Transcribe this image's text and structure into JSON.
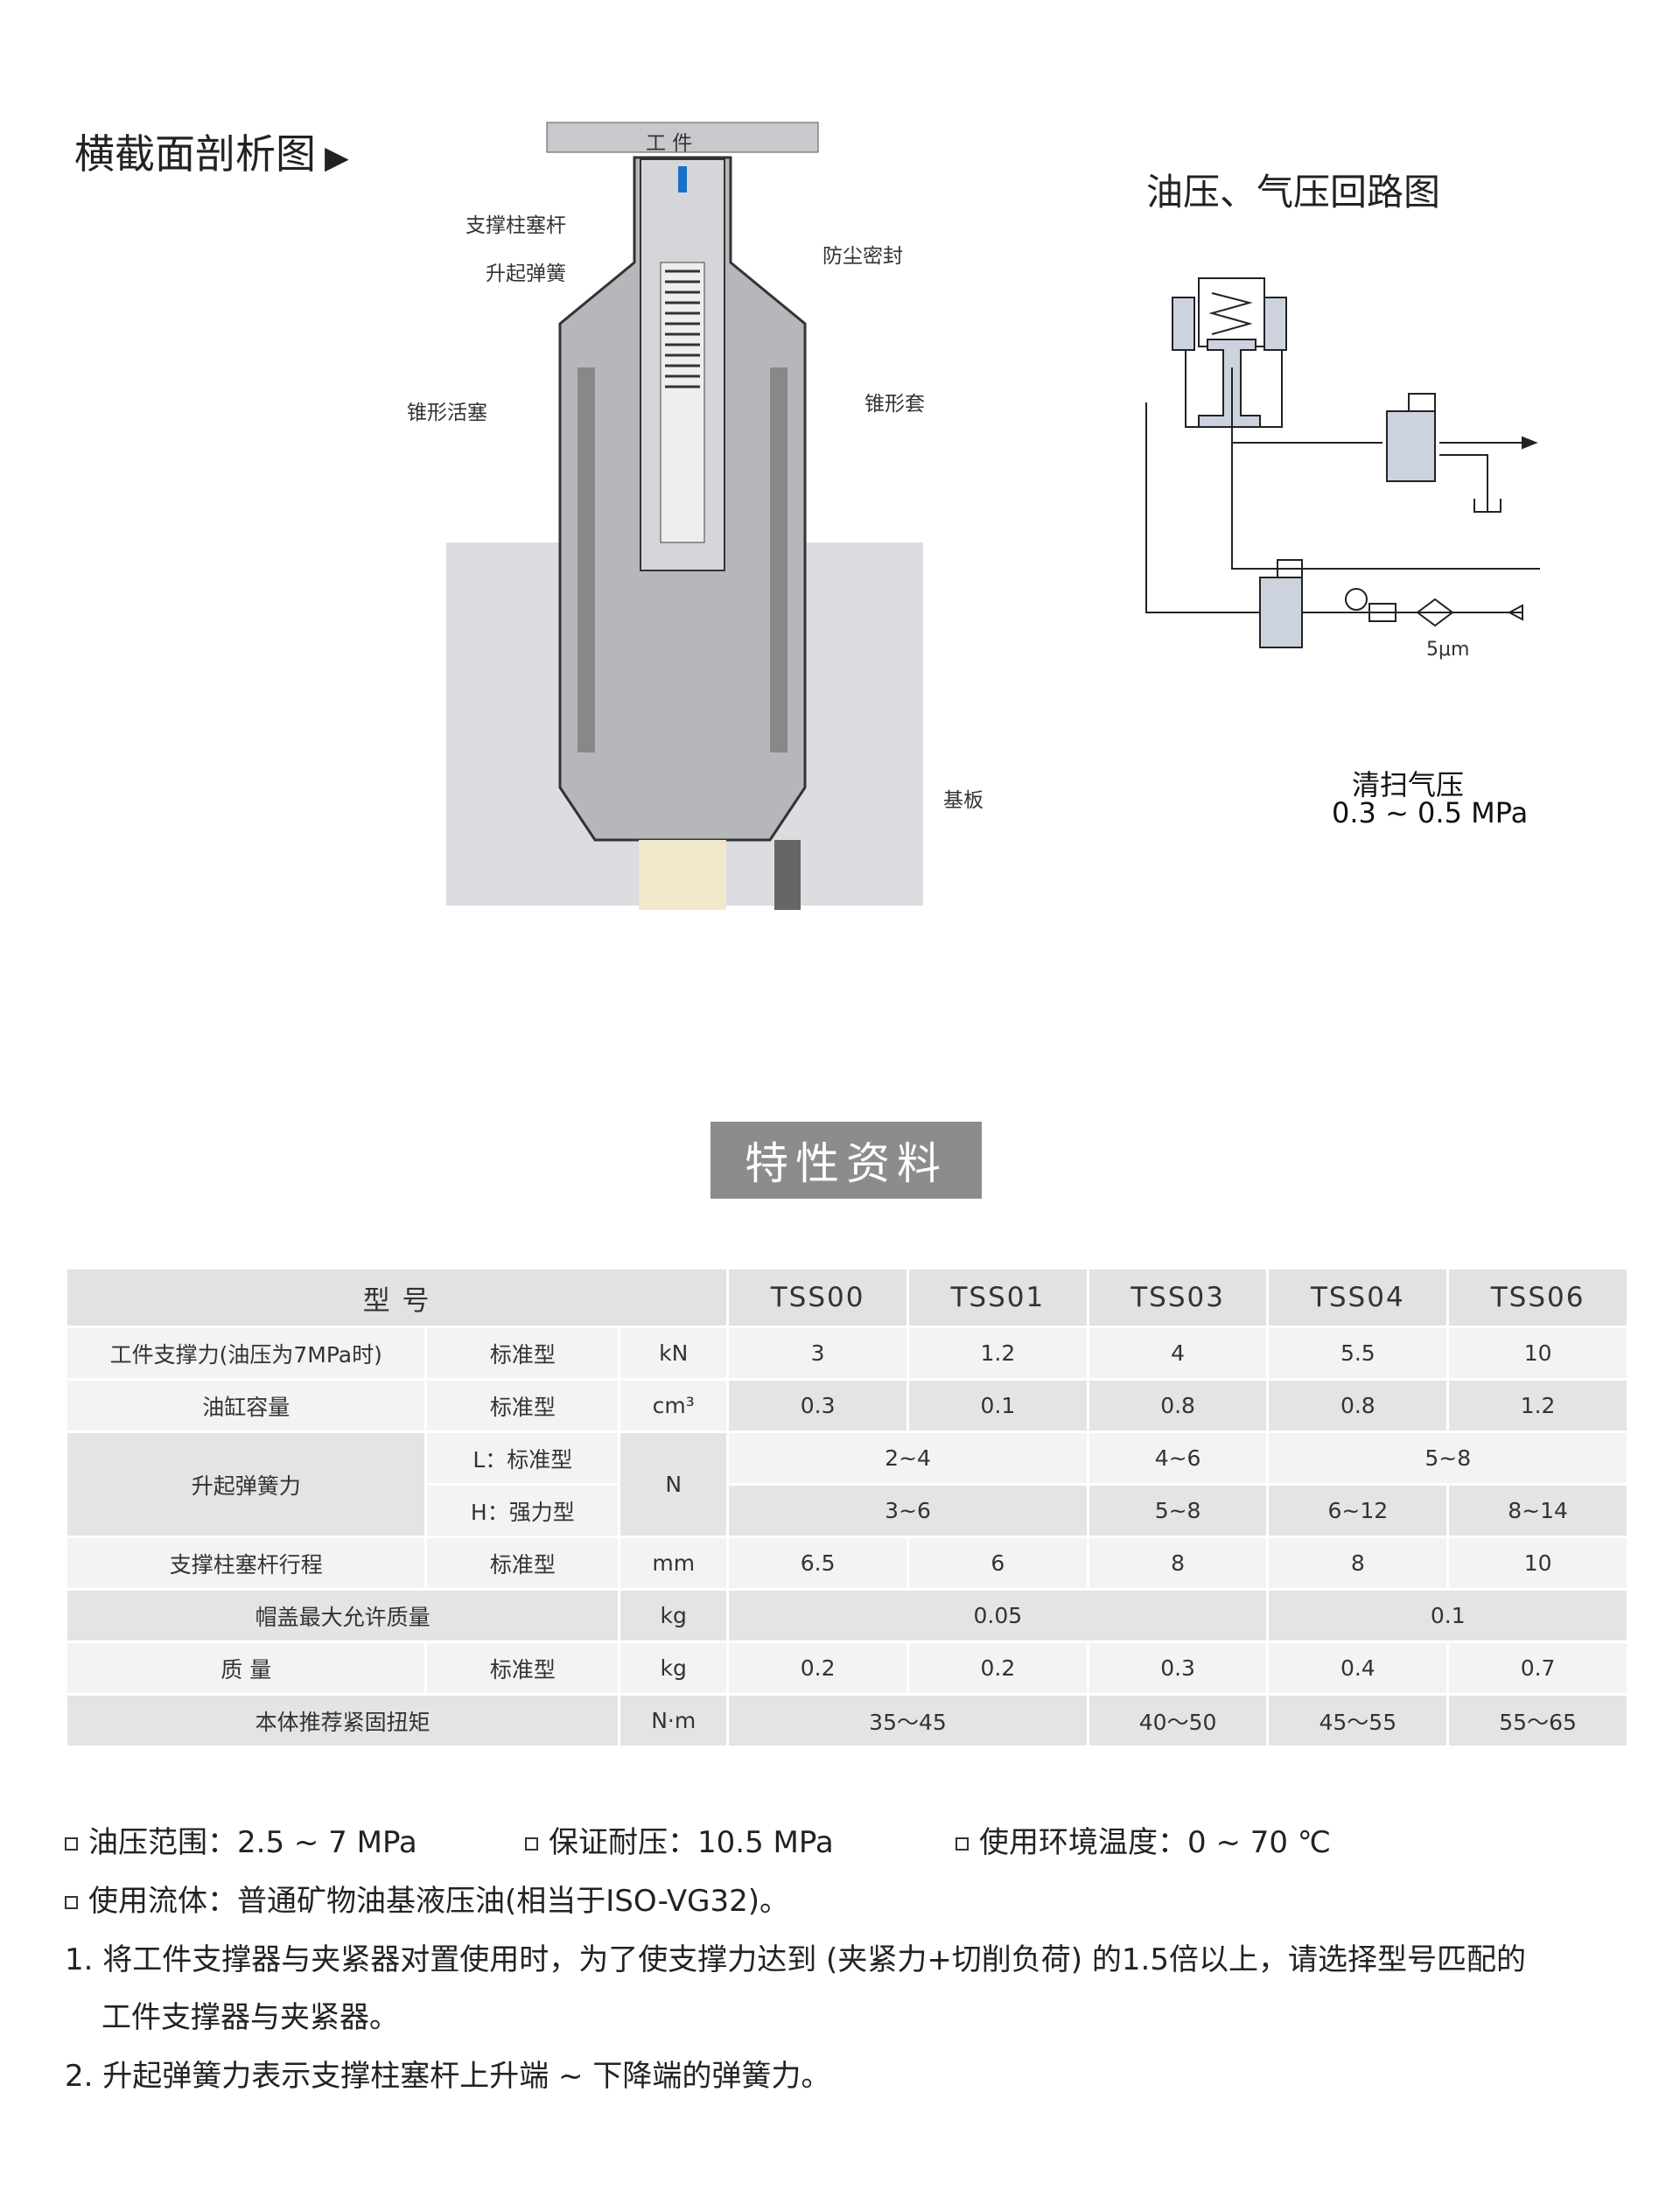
{
  "section_title": "横截面剖析图",
  "cross_section": {
    "labels": {
      "workpiece": "工 件",
      "plunger": "支撑柱塞杆",
      "spring": "升起弹簧",
      "dust_seal": "防尘密封",
      "cone_piston": "锥形活塞",
      "cone_sleeve": "锥形套",
      "base": "基板"
    }
  },
  "circuit": {
    "title": "油压、气压回路图",
    "filter": "5μm",
    "purge_label": "清扫气压",
    "purge_range": "0.3 ~ 0.5 MPa"
  },
  "banner": "特性资料",
  "table": {
    "header": {
      "label": "型 号",
      "models": [
        "TSS00",
        "TSS01",
        "TSS03",
        "TSS04",
        "TSS06"
      ]
    },
    "rows": {
      "support": {
        "name": "工件支撑力(油压为7MPa时)",
        "type": "标准型",
        "unit": "kN",
        "values": [
          "3",
          "1.2",
          "4",
          "5.5",
          "10"
        ]
      },
      "capacity": {
        "name": "油缸容量",
        "type": "标准型",
        "unit": "cm³",
        "values": [
          "0.3",
          "0.1",
          "0.8",
          "0.8",
          "1.2"
        ]
      },
      "spring": {
        "name": "升起弹簧力",
        "type_l": "L：标准型",
        "type_h": "H：强力型",
        "unit": "N",
        "l_values": [
          "2~4",
          "4~6",
          "5~8"
        ],
        "h_values": [
          "3~6",
          "5~8",
          "6~12",
          "8~14"
        ]
      },
      "stroke": {
        "name": "支撑柱塞杆行程",
        "type": "标准型",
        "unit": "mm",
        "values": [
          "6.5",
          "6",
          "8",
          "8",
          "10"
        ]
      },
      "cap_mass": {
        "name": "帽盖最大允许质量",
        "unit": "kg",
        "values": [
          "0.05",
          "0.1"
        ]
      },
      "mass": {
        "name": "质 量",
        "type": "标准型",
        "unit": "kg",
        "values": [
          "0.2",
          "0.2",
          "0.3",
          "0.4",
          "0.7"
        ]
      },
      "torque": {
        "name": "本体推荐紧固扭矩",
        "unit": "N·m",
        "values": [
          "35～45",
          "40～50",
          "45～55",
          "55～65"
        ]
      }
    }
  },
  "notes": {
    "oil_range": "油压范围：2.5 ~ 7 MPa",
    "proof": "保证耐压：10.5 MPa",
    "temp": "使用环境温度：0 ~ 70 ℃",
    "fluid": "使用流体：普通矿物油基液压油(相当于ISO-VG32)。",
    "n1a": "1. 将工件支撑器与夹紧器对置使用时，为了使支撑力达到 (夹紧力+切削负荷) 的1.5倍以上，请选择型号匹配的",
    "n1b": "工件支撑器与夹紧器。",
    "n2": "2. 升起弹簧力表示支撑柱塞杆上升端 ~ 下降端的弹簧力。"
  }
}
